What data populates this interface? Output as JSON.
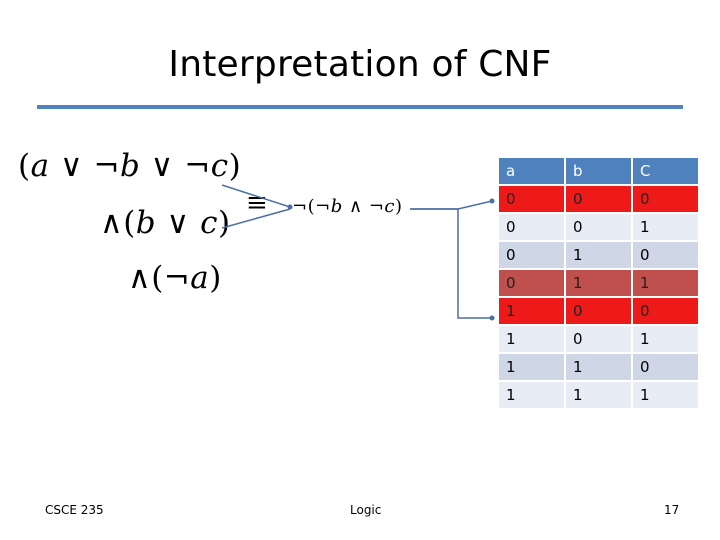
{
  "slide": {
    "title": "Interpretation of CNF"
  },
  "formula": {
    "clause1": {
      "open": "(",
      "a": "a",
      "or1": " ∨ ¬",
      "b": "b",
      "or2": " ∨ ¬",
      "c": "c",
      "close": ")"
    },
    "clause2": {
      "and_open": "∧(",
      "b": "b",
      "or": " ∨ ",
      "c": "c",
      "close": ")"
    },
    "clause3": {
      "and_open": "∧(¬",
      "a": "a",
      "close": ")"
    },
    "equivalence": {
      "symbol": "≡",
      "open": "¬(¬",
      "b": "b",
      "and": " ∧ ¬",
      "c": "c",
      "close": ")"
    }
  },
  "truth_table": {
    "headers": [
      "a",
      "b",
      "C"
    ],
    "rows": [
      [
        "0",
        "0",
        "0"
      ],
      [
        "0",
        "0",
        "1"
      ],
      [
        "0",
        "1",
        "0"
      ],
      [
        "0",
        "1",
        "1"
      ],
      [
        "1",
        "0",
        "0"
      ],
      [
        "1",
        "0",
        "1"
      ],
      [
        "1",
        "1",
        "0"
      ],
      [
        "1",
        "1",
        "1"
      ]
    ],
    "colors": {
      "header": "#4f81bd",
      "row_even": "#cfd7e7",
      "row_odd": "#e8ecf4",
      "false_red": "#ee1a1a",
      "false_brown": "#c0504d"
    }
  },
  "footer": {
    "course": "CSCE 235",
    "topic": "Logic",
    "page": "17"
  }
}
